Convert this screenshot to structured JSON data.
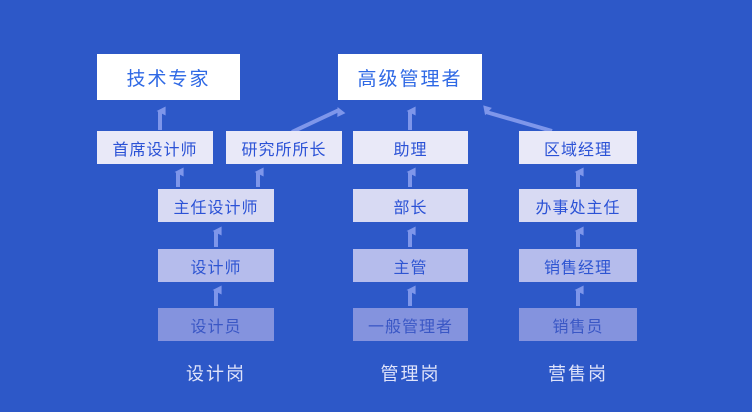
{
  "diagram": {
    "type": "org-career-path",
    "background_color": "#2d58c8",
    "colors": {
      "top_box_bg": "#ffffff",
      "top_box_text": "#2f69e5",
      "level2_box_bg": "#e9e9f8",
      "level3_box_bg": "#d8daf3",
      "level4_box_bg": "#b5bcec",
      "level5_box_bg": "#8493de",
      "box_text": "#2b52d6",
      "arrow": "#7e96ea",
      "footer_text": "#dfe3fa"
    },
    "top_nodes": [
      {
        "label": "技术专家"
      },
      {
        "label": "高级管理者"
      }
    ],
    "columns": [
      {
        "footer": "设计岗",
        "nodes": [
          "首席设计师",
          "研究所所长",
          "主任设计师",
          "设计师",
          "设计员"
        ]
      },
      {
        "footer": "管理岗",
        "nodes": [
          "助理",
          "部长",
          "主管",
          "一般管理者"
        ]
      },
      {
        "footer": "营售岗",
        "nodes": [
          "区域经理",
          "办事处主任",
          "销售经理",
          "销售员"
        ]
      }
    ],
    "edges": [
      {
        "from": "首席设计师",
        "to": "技术专家"
      },
      {
        "from": "研究所所长",
        "to": "高级管理者"
      },
      {
        "from": "主任设计师",
        "to": "首席设计师"
      },
      {
        "from": "主任设计师",
        "to": "研究所所长"
      },
      {
        "from": "设计师",
        "to": "主任设计师"
      },
      {
        "from": "设计员",
        "to": "设计师"
      },
      {
        "from": "助理",
        "to": "高级管理者"
      },
      {
        "from": "部长",
        "to": "助理"
      },
      {
        "from": "主管",
        "to": "部长"
      },
      {
        "from": "一般管理者",
        "to": "主管"
      },
      {
        "from": "区域经理",
        "to": "高级管理者"
      },
      {
        "from": "办事处主任",
        "to": "区域经理"
      },
      {
        "from": "销售经理",
        "to": "办事处主任"
      },
      {
        "from": "销售员",
        "to": "销售经理"
      }
    ]
  }
}
